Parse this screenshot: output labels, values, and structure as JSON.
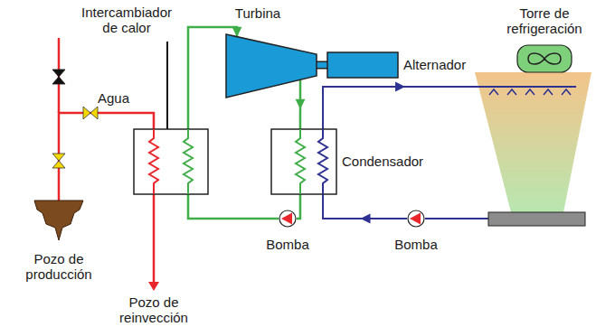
{
  "diagram": {
    "nodes": [
      {
        "text": [
          "Intercambiador de calor"
        ]
      },
      {
        "text": [
          "Turbina"
        ]
      },
      {
        "text": [
          "Alternador"
        ]
      },
      {
        "text": [
          "Torre de refrigeración"
        ]
      },
      {
        "text": [
          "Pozo de producción"
        ]
      },
      {
        "text": [
          "Condensador"
        ]
      },
      {
        "text": [
          "Bomba"
        ]
      },
      {
        "text": [
          "Bomba"
        ]
      }
    ],
    "edges": [
      {
        "from": 0,
        "to": 1,
        "arrow": "to"
      },
      {
        "from": 1,
        "to": 2,
        "arrow": "none"
      },
      {
        "from": 1,
        "to": 5,
        "arrow": "to"
      },
      {
        "from": 5,
        "to": 6,
        "arrow": "none"
      },
      {
        "from": 6,
        "to": 0,
        "arrow": "none"
      },
      {
        "from": 5,
        "to": 3,
        "arrow": "to"
      },
      {
        "from": 3,
        "to": 7,
        "arrow": "none"
      },
      {
        "from": 7,
        "to": 5,
        "arrow": "to"
      },
      {
        "from": 4,
        "to": 0,
        "arrow": "none"
      }
    ],
    "labels": [
      "Agua",
      "Pozo de reinvección"
    ]
  }
}
